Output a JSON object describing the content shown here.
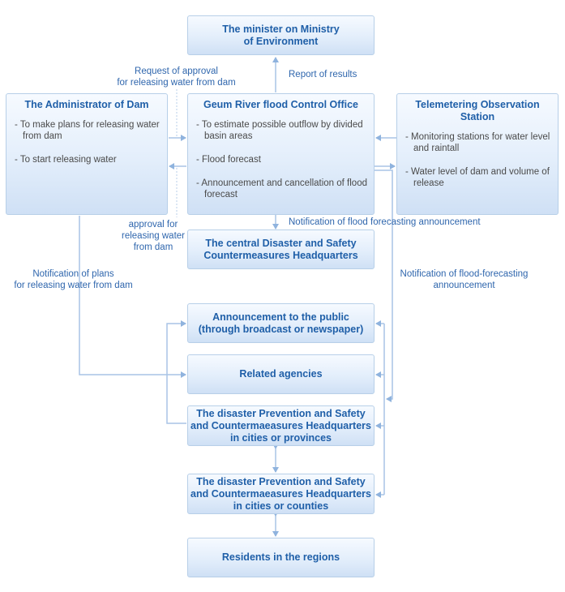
{
  "minister": {
    "line1": "The minister on Ministry",
    "line2": "of Environment"
  },
  "admin_dam": {
    "title": "The Administrator of Dam",
    "items": [
      "- To make plans for releasing water from dam",
      "- To start releasing water"
    ]
  },
  "geum_office": {
    "title": "Geum River flood Control Office",
    "items": [
      "- To estimate possible outflow by divided basin areas",
      "- Flood forecast",
      "- Announcement and cancellation of flood forecast"
    ]
  },
  "telemetering": {
    "title": "Telemetering Observation Station",
    "items": [
      "- Monitoring stations for water level and raintall",
      "- Water level of dam and volume of release"
    ]
  },
  "central_hq": {
    "line1": "The central Disaster and Safety",
    "line2": "Countermeasures Headquarters"
  },
  "announcement": {
    "line1": "Announcement to the public",
    "line2": "(through broadcast or newspaper)"
  },
  "related": {
    "line1": "Related agencies"
  },
  "cities_provinces": {
    "line1": "The disaster Prevention and Safety",
    "line2": "and Countermaeasures Headquarters",
    "line3": "in cities or provinces"
  },
  "cities_counties": {
    "line1": "The disaster Prevention and Safety",
    "line2": "and Countermaeasures Headquarters",
    "line3": "in cities or counties"
  },
  "residents": {
    "line1": "Residents in the regions"
  },
  "labels": {
    "request_approval_1": "Request of approval",
    "request_approval_2": "for releasing water from dam",
    "report_results": "Report of results",
    "approval_1": "approval for",
    "approval_2": "releasing water",
    "approval_3": "from dam",
    "notif_flood_announcement": "Notification of flood forecasting announcement",
    "notif_plans_1": "Notification of plans",
    "notif_plans_2": "for releasing water from dam",
    "notif_flood_forecasting_1": "Notification of flood-forecasting",
    "notif_flood_forecasting_2": "announcement"
  },
  "colors": {
    "box_text": "#1f5fa8",
    "line": "#a9c4e6",
    "label": "#2f66ad"
  }
}
